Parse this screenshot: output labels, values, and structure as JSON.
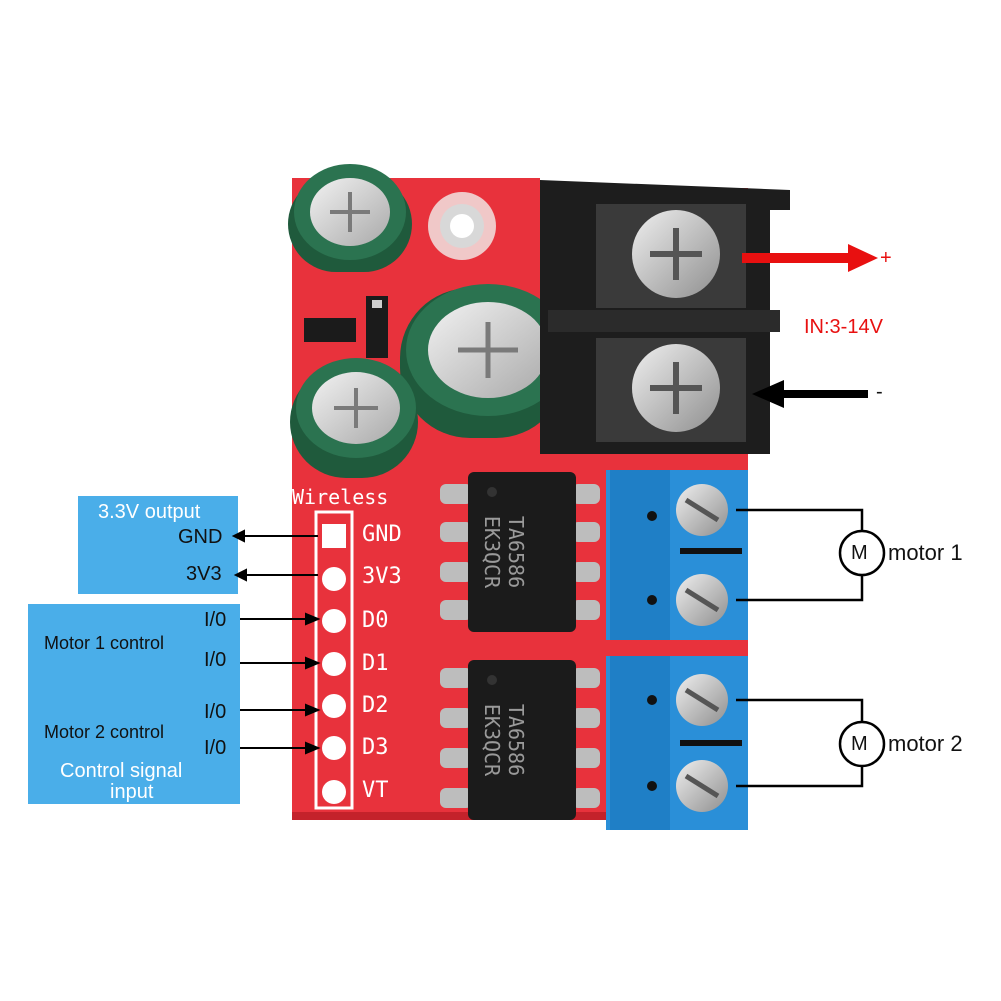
{
  "colors": {
    "pcb": "#e8323c",
    "pcb_dark": "#c4222b",
    "panel": "#4aaee9",
    "terminal_black": "#1d1d1d",
    "terminal_blue": "#2a8fd8",
    "capacitor": "#1f5a3c",
    "chip": "#1b1b1b",
    "arrow_red": "#e81010",
    "arrow_black": "#000000"
  },
  "board": {
    "silk_title": "Wireless",
    "pins": [
      "GND",
      "3V3",
      "D0",
      "D1",
      "D2",
      "D3",
      "VT"
    ],
    "chips": [
      {
        "line1": "TA6586",
        "line2": "EK3QCR"
      },
      {
        "line1": "TA6586",
        "line2": "EK3QCR"
      }
    ]
  },
  "power": {
    "plus": "+",
    "minus": "-",
    "input_label": "IN:3-14V"
  },
  "motors": [
    {
      "symbol": "M",
      "label": "motor 1"
    },
    {
      "symbol": "M",
      "label": "motor 2"
    }
  ],
  "output_panel": {
    "title": "3.3V output",
    "gnd": "GND",
    "v33": "3V3"
  },
  "control_panel": {
    "io": [
      "I/0",
      "I/0",
      "I/0",
      "I/0"
    ],
    "motor1": "Motor 1 control",
    "motor2": "Motor 2 control",
    "signal_line1": "Control signal",
    "signal_line2": "input"
  }
}
